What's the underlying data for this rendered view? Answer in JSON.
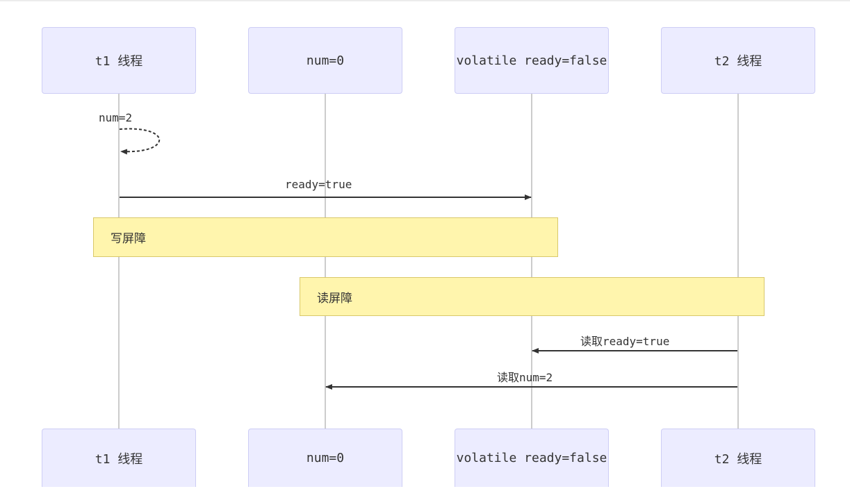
{
  "diagram": {
    "participants": [
      {
        "id": "t1",
        "label": "t1 线程"
      },
      {
        "id": "num",
        "label": "num=0"
      },
      {
        "id": "ready",
        "label": "volatile ready=false"
      },
      {
        "id": "t2",
        "label": "t2 线程"
      }
    ],
    "messages": [
      {
        "from": "t1",
        "to": "t1",
        "label": "num=2",
        "style": "dotted"
      },
      {
        "from": "t1",
        "to": "ready",
        "label": "ready=true",
        "style": "solid"
      },
      {
        "from": "t2",
        "to": "ready",
        "label": "读取ready=true",
        "style": "solid"
      },
      {
        "from": "t2",
        "to": "num",
        "label": "读取num=2",
        "style": "solid"
      }
    ],
    "notes": [
      {
        "over": [
          "t1",
          "ready"
        ],
        "text": "写屏障"
      },
      {
        "over": [
          "num",
          "t2"
        ],
        "text": "读屏障"
      }
    ],
    "colors": {
      "actor_fill": "#ececff",
      "actor_border": "#cdcdf5",
      "note_fill": "#fff5ad",
      "line": "#333333"
    }
  }
}
